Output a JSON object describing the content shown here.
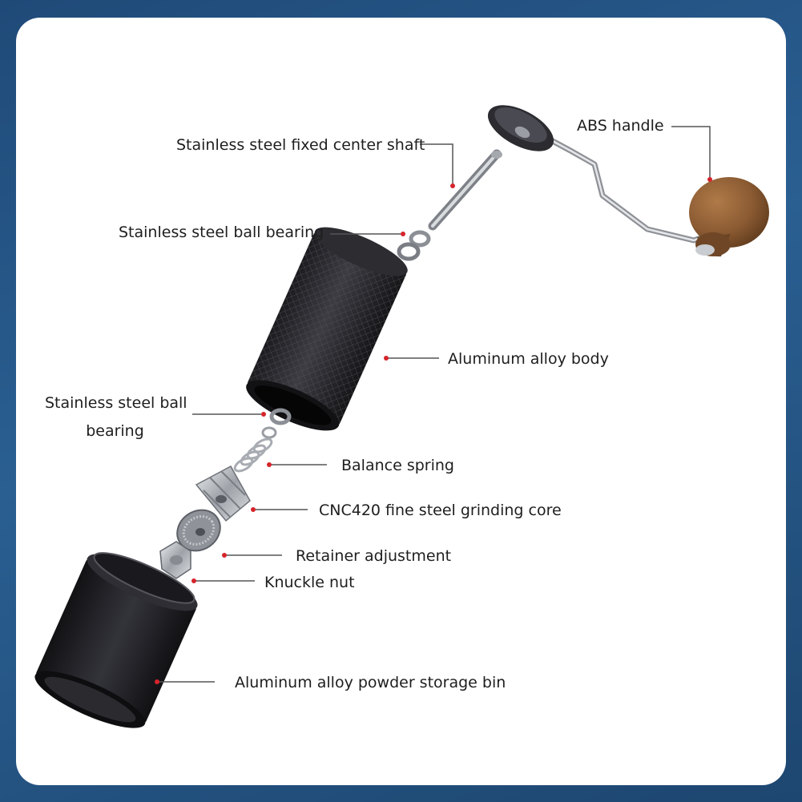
{
  "colors": {
    "background": "#2a5f92",
    "card": "#ffffff",
    "leader_line": "#555555",
    "leader_dot": "#d6242b",
    "body_dark": "#2a2a2e",
    "wood": "#8a5a32",
    "steel": "#b9bcc1"
  },
  "labels": {
    "abs_handle": "ABS handle",
    "center_shaft": "Stainless steel fixed center shaft",
    "ball_bearing_top": "Stainless steel ball bearing",
    "alloy_body": "Aluminum alloy body",
    "ball_bearing_mid_line1": "Stainless steel ball",
    "ball_bearing_mid_line2": "bearing",
    "balance_spring": "Balance spring",
    "grinding_core": "CNC420 fine steel grinding core",
    "retainer": "Retainer adjustment",
    "knuckle_nut": "Knuckle nut",
    "storage_bin": "Aluminum alloy powder storage bin"
  }
}
